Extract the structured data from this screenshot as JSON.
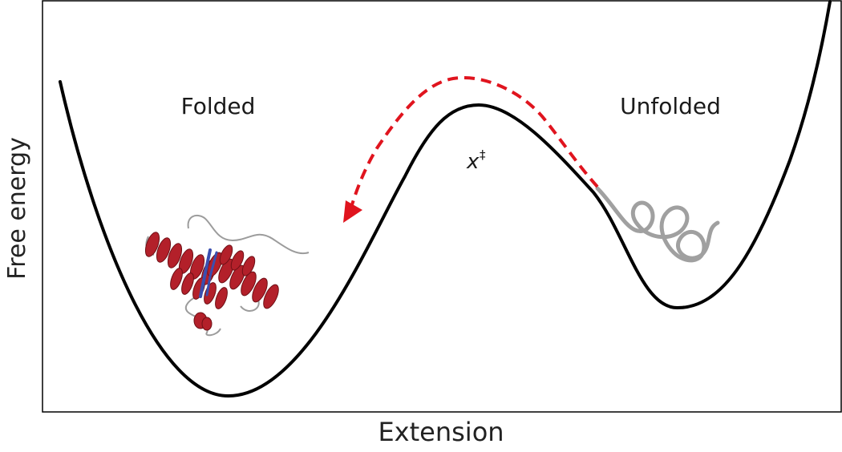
{
  "axes": {
    "ylabel": "Free energy",
    "xlabel": "Extension"
  },
  "states": {
    "folded": "Folded",
    "unfolded": "Unfolded"
  },
  "transition_state": {
    "symbol": "x",
    "superscript": "‡"
  },
  "colors": {
    "landscape": "#000000",
    "refolding_path": "#e0141e",
    "unfolded_chain": "#a0a0a0",
    "helix": "#b3202a",
    "sheet": "#3a4fb0",
    "loop": "#9c9c9c"
  },
  "icons": {
    "folded_protein": "protein-ribbon-structure",
    "unfolded_protein": "random-coil-chain",
    "pathway_arrow": "dashed-curved-arrow"
  }
}
